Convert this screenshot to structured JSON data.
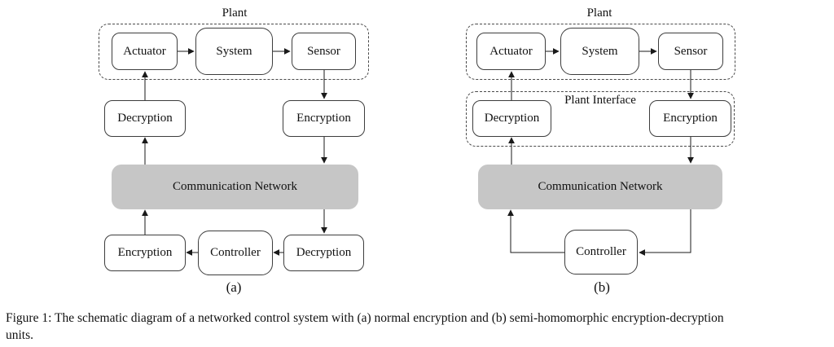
{
  "figure": {
    "caption_line1": "Figure 1:  The schematic diagram of a networked control system with (a) normal encryption and (b) semi-homomorphic encryption-decryption",
    "caption_line2": "units."
  },
  "colors": {
    "network_fill": "#c6c6c6",
    "box_border": "#3d3d3d",
    "line": "#1a1a1a"
  },
  "diagram_a": {
    "label": "(a)",
    "plant_label": "Plant",
    "actuator": "Actuator",
    "system": "System",
    "sensor": "Sensor",
    "decryption_upper": "Decryption",
    "encryption_upper": "Encryption",
    "network": "Communication Network",
    "encryption_lower": "Encryption",
    "controller": "Controller",
    "decryption_lower": "Decryption"
  },
  "diagram_b": {
    "label": "(b)",
    "plant_label": "Plant",
    "plant_interface_label": "Plant Interface",
    "actuator": "Actuator",
    "system": "System",
    "sensor": "Sensor",
    "decryption": "Decryption",
    "encryption": "Encryption",
    "network": "Communication Network",
    "controller": "Controller"
  }
}
